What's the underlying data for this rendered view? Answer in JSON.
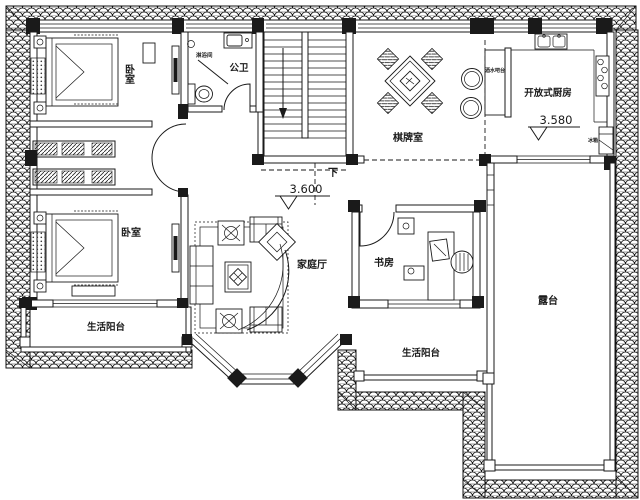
{
  "drawing": {
    "type": "residential floor plan",
    "labels": {
      "bedroom_top": "卧室",
      "bedroom_bottom": "卧室",
      "public_bath": "公卫",
      "shower": "淋浴间",
      "chess_room": "棋牌室",
      "kitchen": "开放式厨房",
      "bar": "酒水吧台",
      "fridge": "冰箱",
      "stairs_down": "下",
      "family_hall": "家庭厅",
      "study": "书房",
      "balcony_left": "生活阳台",
      "balcony_bottom": "生活阳台",
      "terrace": "露台"
    },
    "elevations": {
      "kitchen_level": "3.580",
      "hall_level": "3.600"
    },
    "colors": {
      "ink": "#1a1a1a",
      "paper": "#ffffff"
    }
  }
}
